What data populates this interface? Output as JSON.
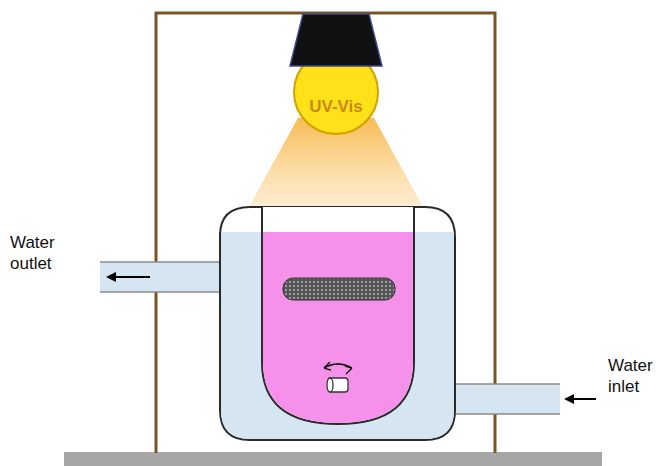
{
  "diagram": {
    "labels": [
      "UV-Vis",
      "Water outlet",
      "Water inlet"
    ]
  }
}
